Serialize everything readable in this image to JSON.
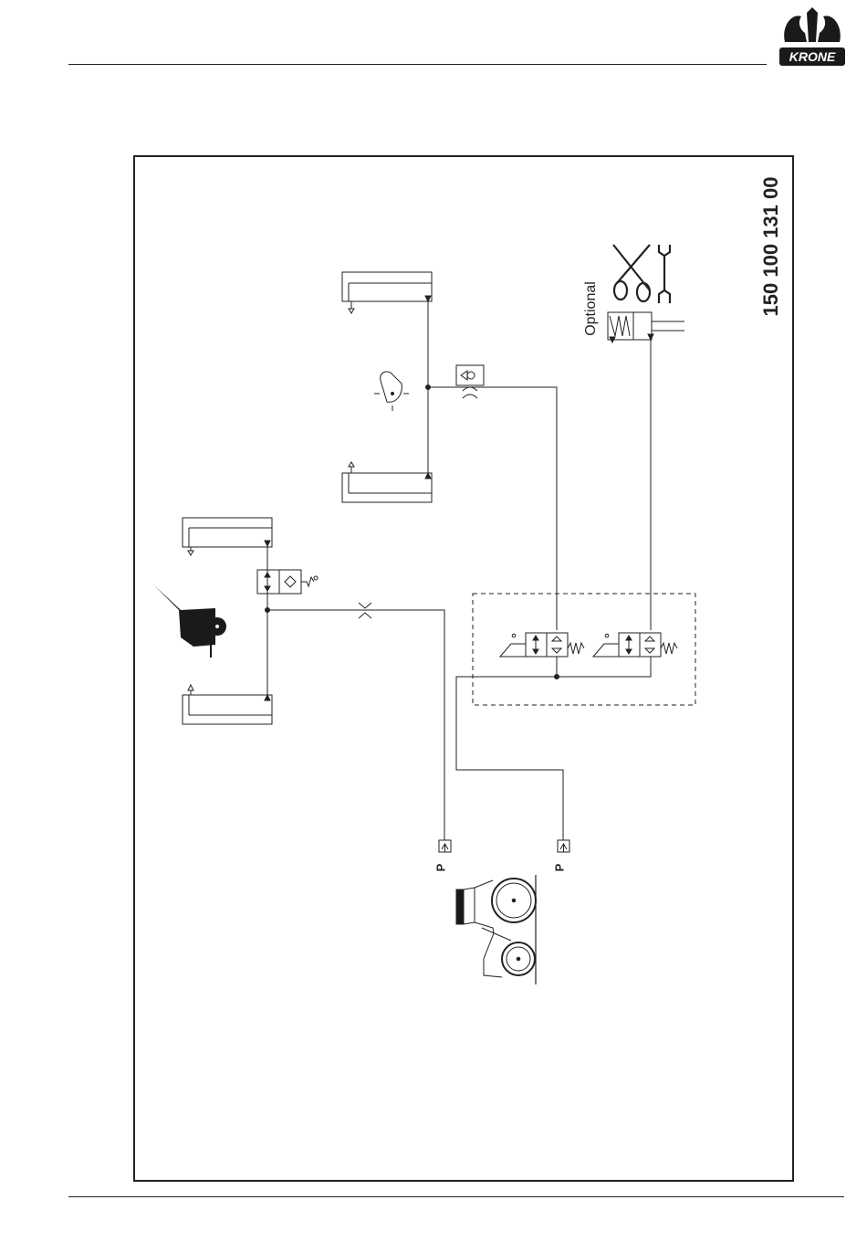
{
  "header": {
    "logo_text": "KRONE"
  },
  "diagram": {
    "drawing_number": "150 100 131 00",
    "optional_label": "Optional",
    "port_labels": [
      "P",
      "P"
    ],
    "colors": {
      "line": "#222222",
      "fill_dark": "#1a1a1a"
    }
  }
}
